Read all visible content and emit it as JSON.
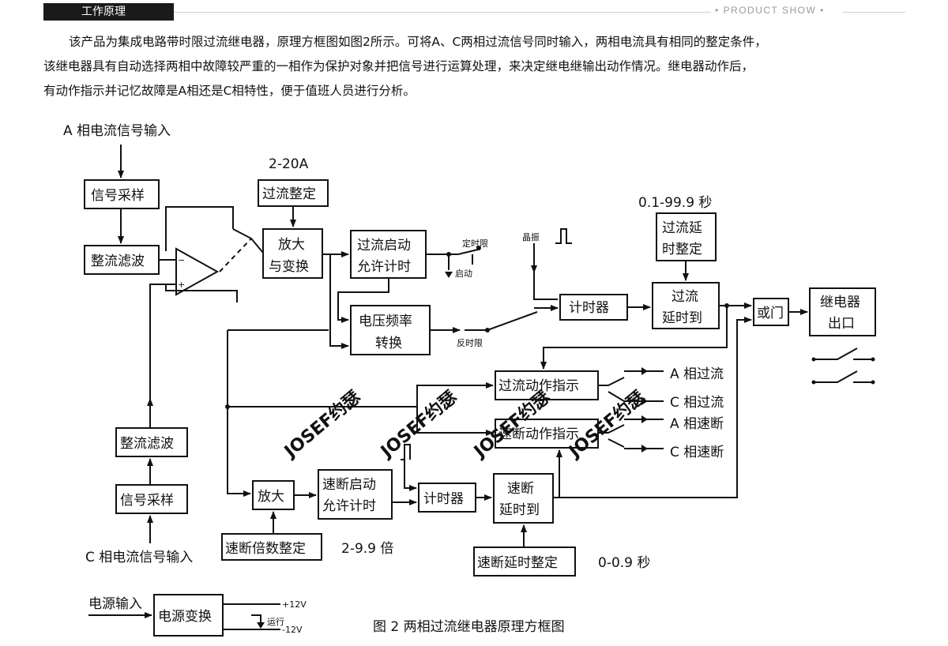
{
  "header": {
    "tab_title": "工作原理",
    "right_label": "• PRODUCT SHOW •"
  },
  "intro": {
    "line1": "该产品为集成电路带时限过流继电器，原理方框图如图2所示。可将A、C两相过流信号同时输入，两相电流具有相同的整定条件，",
    "line2": "该继电器具有自动选择两相中故障较严重的一相作为保护对象并把信号进行运算处理，来决定继电继输出动作情况。继电器动作后，",
    "line3": "有动作指示并记忆故障是A相还是C相特性，便于值班人员进行分析。"
  },
  "diagram": {
    "a_input": "A 相电流信号输入",
    "c_input": "C 相电流信号输入",
    "sample_a": "信号采样",
    "rectify_a": "整流滤波",
    "sample_c": "信号采样",
    "rectify_c": "整流滤波",
    "range_current": "2-20A",
    "overcurrent_set": "过流整定",
    "amp_convert_1": "放大",
    "amp_convert_2": "与变换",
    "oc_start_1": "过流启动",
    "oc_start_2": "允许计时",
    "definite_time": "定时限",
    "start_led": "启动",
    "vf_1": "电压频率",
    "vf_2": "转换",
    "inverse_time": "反时限",
    "crystal": "晶振",
    "timer_1": "计时器",
    "delay_range": "0.1-99.9 秒",
    "oc_delay_set_1": "过流延",
    "oc_delay_set_2": "时整定",
    "oc_arrival_1": "过流",
    "oc_arrival_2": "延时到",
    "or_gate": "或门",
    "relay_out_1": "继电器",
    "relay_out_2": "出口",
    "oc_indicator": "过流动作指示",
    "qb_indicator": "速断动作指示",
    "led_a_oc": "A 相过流",
    "led_c_oc": "C 相过流",
    "led_a_qb": "A 相速断",
    "led_c_qb": "C 相速断",
    "amp_2": "放大",
    "qb_start_1": "速断启动",
    "qb_start_2": "允许计时",
    "timer_2": "计时器",
    "qb_arrival_1": "速断",
    "qb_arrival_2": "延时到",
    "qb_multiple_set": "速断倍数整定",
    "multiple_range": "2-9.9 倍",
    "qb_delay_set": "速断延时整定",
    "qb_delay_range": "0-0.9 秒",
    "power_input": "电源输入",
    "power_convert": "电源变换",
    "plus12": "+12V",
    "minus12": "-12V",
    "run_led": "运行",
    "caption": "图 2  两相过流继电器原理方框图",
    "watermark": "JOSEF约瑟"
  }
}
